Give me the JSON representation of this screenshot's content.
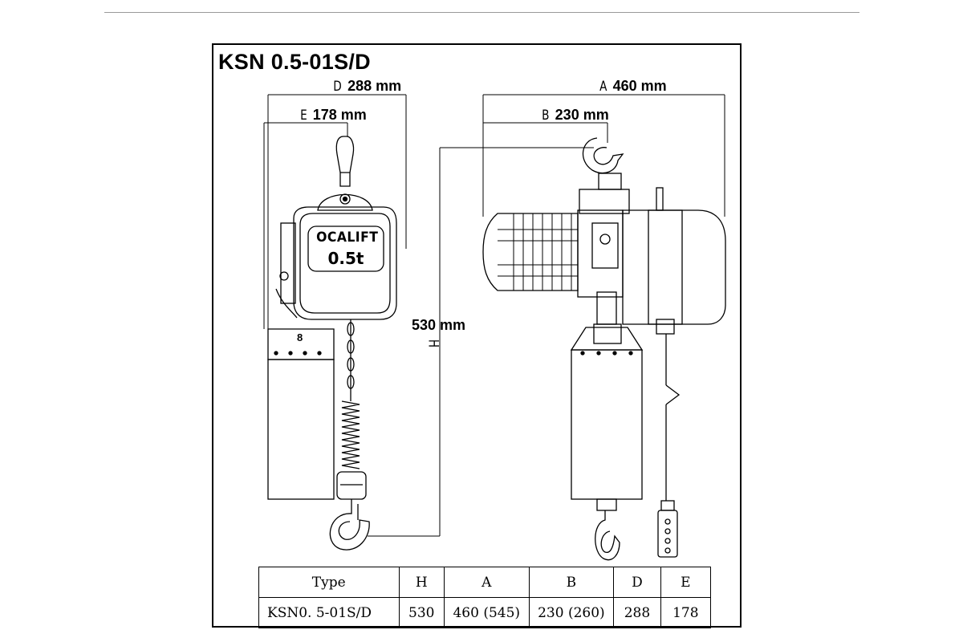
{
  "title": "KSN 0.5-01S/D",
  "dimensions": {
    "D": {
      "letter": "D",
      "value": "288 mm"
    },
    "E": {
      "letter": "E",
      "value": "178 mm"
    },
    "A": {
      "letter": "A",
      "value": "460 mm"
    },
    "B": {
      "letter": "B",
      "value": "230 mm"
    },
    "H": {
      "letter": "H",
      "value": "530 mm"
    }
  },
  "hoist": {
    "brand": "OCALIFT",
    "capacity": "0.5t",
    "bag_number": "8"
  },
  "table": {
    "headers": [
      "Type",
      "H",
      "A",
      "B",
      "D",
      "E"
    ],
    "rows": [
      [
        "KSN0. 5-01S/D",
        "530",
        "460 (545)",
        "230 (260)",
        "288",
        "178"
      ]
    ]
  }
}
